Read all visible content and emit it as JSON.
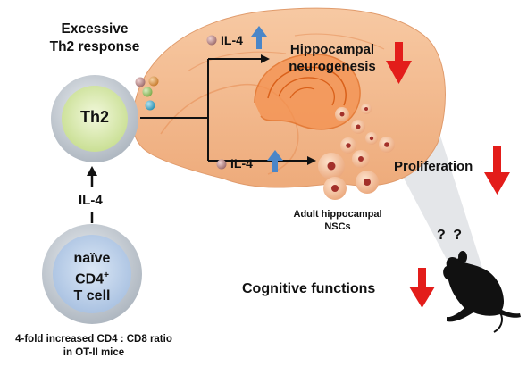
{
  "labels": {
    "excessive_line1": "Excessive",
    "excessive_line2": "Th2 response",
    "th2_cell": "Th2",
    "il4_left": "IL-4",
    "il4_top": "IL-4",
    "il4_mid": "IL-4",
    "hippo_line1": "Hippocampal",
    "hippo_line2": "neurogenesis",
    "proliferation": "Proliferation",
    "nsc_line1": "Adult hippocampal",
    "nsc_line2": "NSCs",
    "naive_line1": "naïve",
    "naive_line2": "CD4",
    "naive_sup": "+",
    "naive_line3": "T cell",
    "ratio_line1": "4-fold increased CD4 : CD8 ratio",
    "ratio_line2": "in OT-II mice",
    "cognitive": "Cognitive functions",
    "question_marks": "? ?"
  },
  "icons": [
    "cytokine-dots",
    "up-arrow-icon",
    "down-arrow-icon",
    "mouse-silhouette",
    "brain-illustration"
  ],
  "colors": {
    "th2_fill": "#d9ebb0",
    "cell_ring": "#c9cfd6",
    "naive_fill": "#b9cde6",
    "brain": "#f3b98a",
    "up_arrow": "#4a86c8",
    "down_arrow": "#e31d1a"
  }
}
